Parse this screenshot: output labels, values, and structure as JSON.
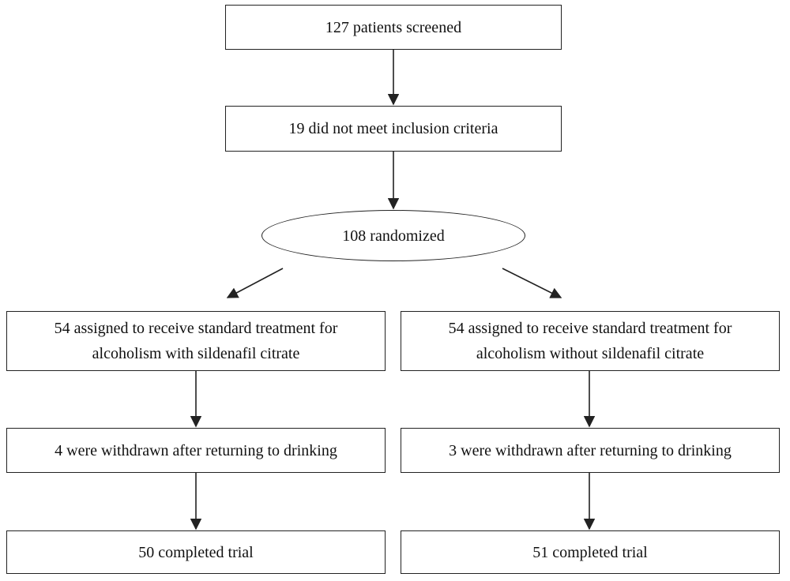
{
  "flowchart": {
    "screened": "127 patients screened",
    "excluded": "19 did not meet inclusion criteria",
    "randomized": "108 randomized",
    "left_arm": {
      "assigned": "54 assigned to receive standard treatment for alcoholism with sildenafil citrate",
      "withdrawn": "4 were withdrawn after returning to drinking",
      "completed": "50 completed trial"
    },
    "right_arm": {
      "assigned": "54 assigned to receive standard treatment for alcoholism without sildenafil citrate",
      "withdrawn": "3 were withdrawn after returning to drinking",
      "completed": "51 completed trial"
    }
  }
}
